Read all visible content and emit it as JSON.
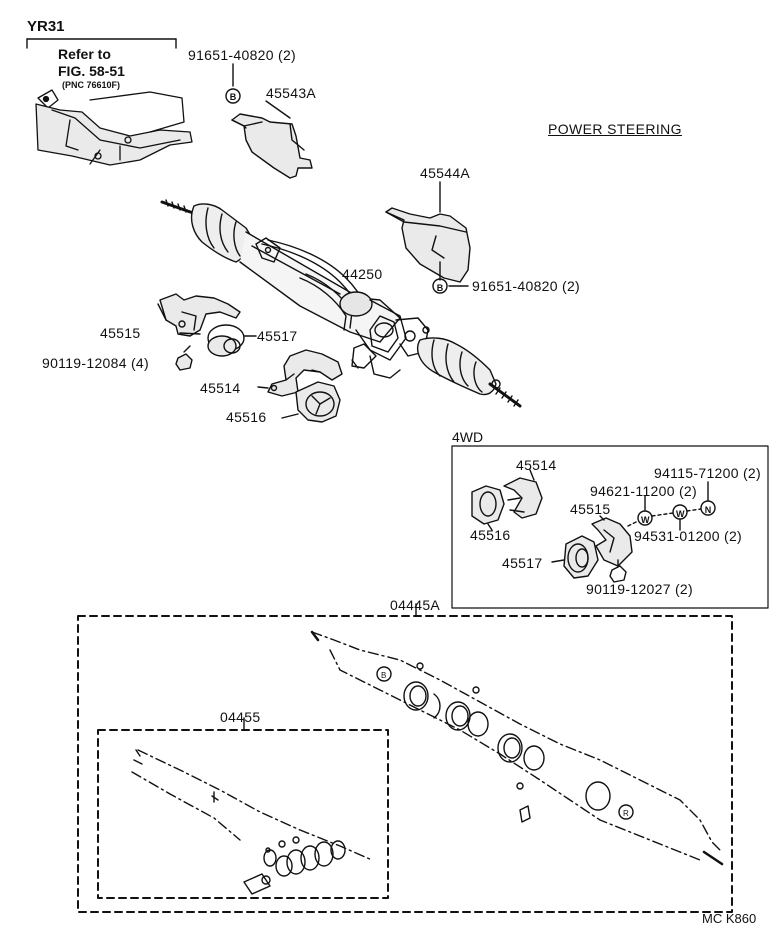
{
  "title": "POWER STEERING",
  "yr31": {
    "label": "YR31",
    "refer_line1": "Refer to",
    "refer_line2": "FIG. 58-51",
    "refer_line3": "(PNC 76610F)"
  },
  "parts": {
    "p91651_top": "91651-40820 (2)",
    "p45543A": "45543A",
    "p45544A": "45544A",
    "p91651_mid": "91651-40820 (2)",
    "p44250": "44250",
    "p45515": "45515",
    "p45517": "45517",
    "p90119_12084": "90119-12084 (4)",
    "p45514": "45514",
    "p45516": "45516",
    "p04445A": "04445A",
    "p04455": "04455"
  },
  "fourwd": {
    "label": "4WD",
    "p45514": "45514",
    "p45516": "45516",
    "p45515": "45515",
    "p45517": "45517",
    "p94115": "94115-71200 (2)",
    "p94621": "94621-11200 (2)",
    "p94531": "94531-01200 (2)",
    "p90119_12027": "90119-12027 (2)"
  },
  "symbols": {
    "b": "B",
    "w": "W",
    "n": "N"
  },
  "footer_code": "MC K860"
}
